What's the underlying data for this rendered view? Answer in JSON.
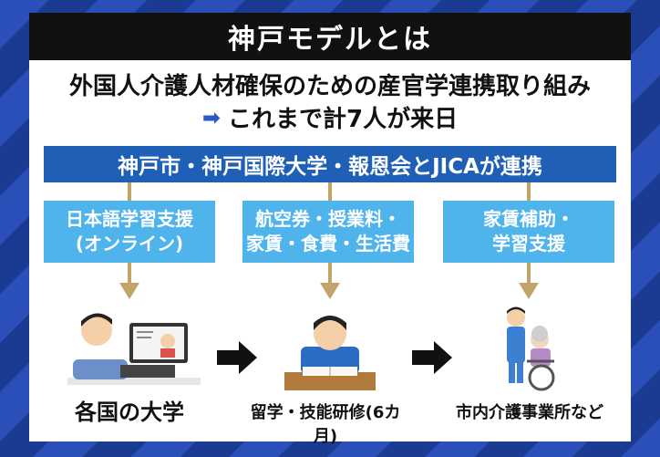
{
  "title": "神戸モデルとは",
  "subtitle_line1": "外国人介護人材確保のための産官学連携取り組み",
  "subtitle_line2": "これまで計7人が来日",
  "partnership": "神戸市・神戸国際大学・報恩会とJICAが連携",
  "support_boxes": [
    {
      "line1": "日本語学習支援",
      "line2": "(オンライン)"
    },
    {
      "line1": "航空券・授業料・",
      "line2": "家賃・食費・生活費"
    },
    {
      "line1": "家賃補助・",
      "line2": "学習支援"
    }
  ],
  "steps": [
    {
      "label": "各国の大学",
      "icon": "online-student-icon"
    },
    {
      "label": "留学・技能研修(6カ月)",
      "icon": "studying-student-icon"
    },
    {
      "label": "市内介護事業所など",
      "icon": "caregiver-wheelchair-icon"
    }
  ],
  "colors": {
    "title_bg": "#111111",
    "partner_bar": "#1f5fb5",
    "support_box": "#4fb3ec",
    "flow_arrow": "#c2a46b",
    "background": "#1f3f9a"
  }
}
